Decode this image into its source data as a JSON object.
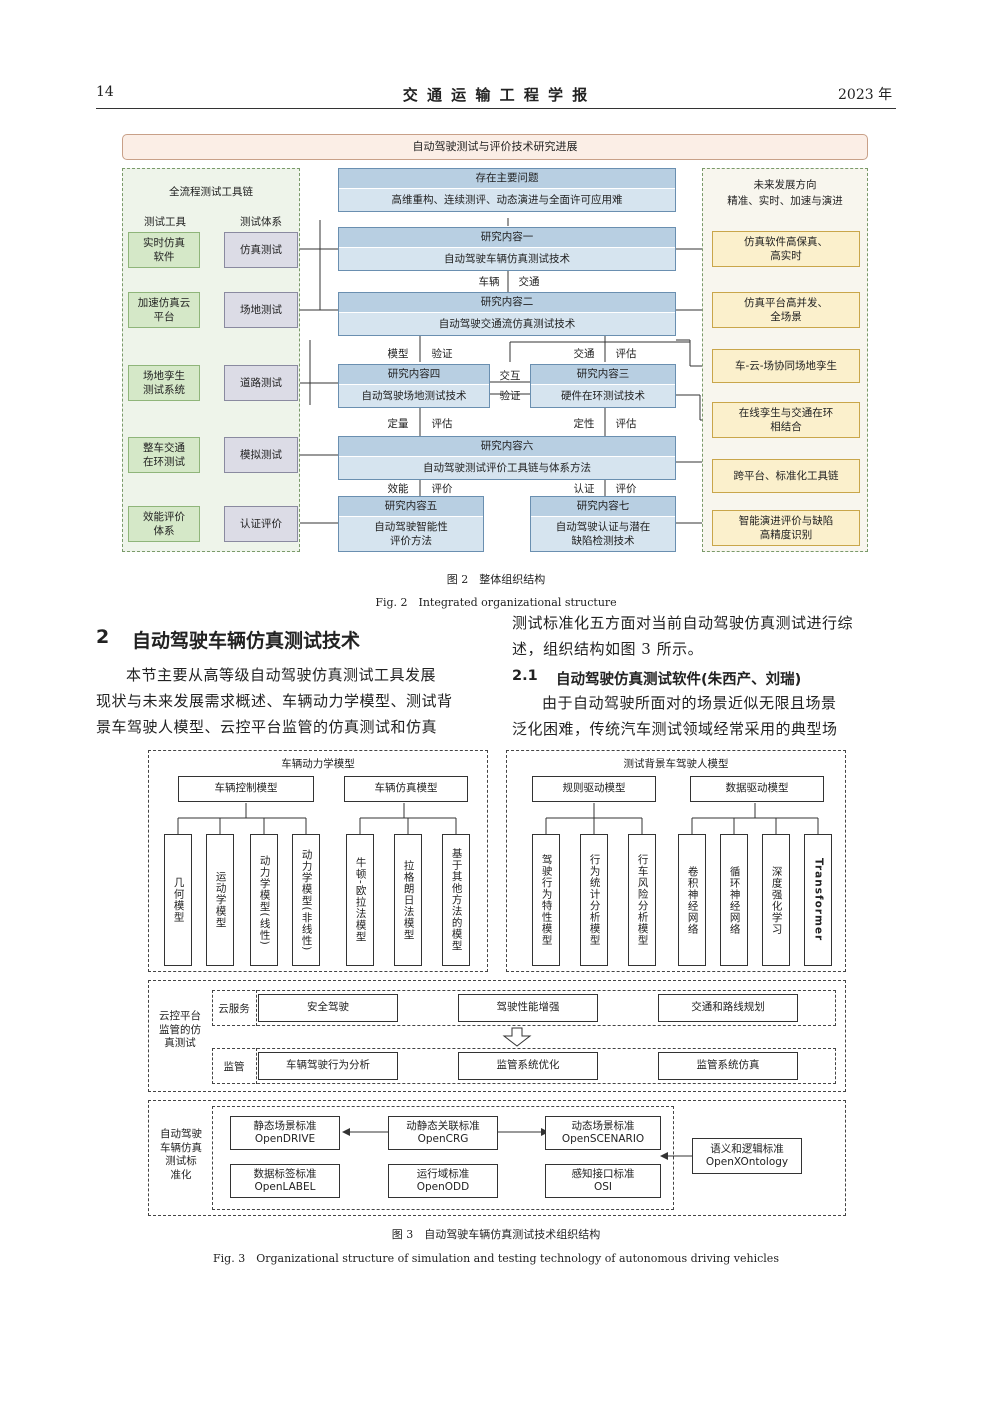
{
  "header": {
    "page_number": "14",
    "journal": "交 通 运 输 工 程 学 报",
    "year": "2023 年"
  },
  "fig2": {
    "title": "自动驾驶测试与评价技术研究进展",
    "left_panel_title": "全流程测试工具链",
    "col_tools": "测试工具",
    "col_system": "测试体系",
    "tools": [
      "实时仿真\n软件",
      "加速仿真云\n平台",
      "场地孪生\n测试系统",
      "整车交通\n在环测试",
      "效能评价\n体系"
    ],
    "systems": [
      "仿真测试",
      "场地测试",
      "道路测试",
      "模拟测试",
      "认证评价"
    ],
    "main_issue_title": "存在主要问题",
    "main_issue_text": "高维重构、连续测评、动态演进与全面许可应用难",
    "r1_title": "研究内容一",
    "r1_text": "自动驾驶车辆仿真测试技术",
    "r2_title": "研究内容二",
    "r2_text": "自动驾驶交通流仿真测试技术",
    "r4_title": "研究内容四",
    "r4_text": "自动驾驶场地测试技术",
    "r3_title": "研究内容三",
    "r3_text": "硬件在环测试技术",
    "r6_title": "研究内容六",
    "r6_text": "自动驾驶测试评价工具链与体系方法",
    "r5_title": "研究内容五",
    "r5_text": "自动驾驶智能性\n评价方法",
    "r7_title": "研究内容七",
    "r7_text": "自动驾驶认证与潜在\n缺陷检测技术",
    "conn_vehicle": "车辆",
    "conn_traffic": "交通",
    "conn_model": "模型",
    "conn_verify": "验证",
    "conn_traffic2": "交通",
    "conn_eval": "评估",
    "conn_interact": "交互",
    "conn_verify2": "验证",
    "conn_quant": "定量",
    "conn_eval2": "评估",
    "conn_qual": "定性",
    "conn_eval3": "评估",
    "conn_eff": "效能",
    "conn_judge": "评价",
    "conn_cert": "认证",
    "conn_judge2": "评价",
    "right_panel_title": "未来发展方向",
    "right_panel_sub": "精准、实时、加速与演进",
    "future": [
      "仿真软件高保真、\n高实时",
      "仿真平台高并发、\n全场景",
      "车-云-场协同场地孪生",
      "在线孪生与交通在环\n相结合",
      "跨平台、标准化工具链",
      "智能演进评价与缺陷\n高精度识别"
    ],
    "caption_cn": "图 2　整体组织结构",
    "caption_en": "Fig. 2　Integrated organizational structure"
  },
  "section": {
    "heading_num": "2",
    "heading": "自动驾驶车辆仿真测试技术",
    "left_lines": [
      "本节主要从高等级自动驾驶仿真测试工具发展",
      "现状与未来发展需求概述、车辆动力学模型、测试背",
      "景车驾驶人模型、云控平台监管的仿真测试和仿真"
    ],
    "right_lines": [
      "测试标准化五方面对当前自动驾驶仿真测试进行综",
      "述，组织结构如图 3 所示。"
    ],
    "sub_num": "2.1",
    "sub_heading": "自动驾驶仿真测试软件(朱西产、刘瑞)",
    "right_lines2": [
      "由于自动驾驶所面对的场景近似无限且场景",
      "泛化困难，传统汽车测试领域经常采用的典型场"
    ]
  },
  "fig3": {
    "dyn_title": "车辆动力学模型",
    "ctrl_model": "车辆控制模型",
    "sim_model": "车辆仿真模型",
    "ctrl_leaves": [
      "几何模型",
      "运动学模型",
      "动力学模型(线性)",
      "动力学模型(非线性)"
    ],
    "sim_leaves": [
      "牛顿-欧拉法模型",
      "拉格朗日法模型",
      "基于其他方法的模型"
    ],
    "drv_title": "测试背景车驾驶人模型",
    "rule_model": "规则驱动模型",
    "data_model": "数据驱动模型",
    "rule_leaves": [
      "驾驶行为特性模型",
      "行为统计分析模型",
      "行车风险分析模型"
    ],
    "data_leaves": [
      "卷积神经网络",
      "循环神经网络",
      "深度强化学习",
      "Transformer"
    ],
    "cloud_label": "云控平台\n监管的仿\n真测试",
    "cloud_service": "云服务",
    "cloud_items": [
      "安全驾驶",
      "驾驶性能增强",
      "交通和路线规划"
    ],
    "supervise": "监管",
    "sup_items": [
      "车辆驾驶行为分析",
      "监管系统优化",
      "监管系统仿真"
    ],
    "std_label": "自动驾驶\n车辆仿真\n测试标\n准化",
    "std_items": [
      "静态场景标准\nOpenDRIVE",
      "动静态关联标准\nOpenCRG",
      "动态场景标准\nOpenSCENARIO",
      "数据标签标准\nOpenLABEL",
      "运行域标准\nOpenODD",
      "感知接口标准\nOSI"
    ],
    "onto": "语义和逻辑标准\nOpenXOntology",
    "caption_cn": "图 3　自动驾驶车辆仿真测试技术组织结构",
    "caption_en": "Fig. 3　Organizational structure of simulation and testing technology of autonomous driving vehicles"
  }
}
